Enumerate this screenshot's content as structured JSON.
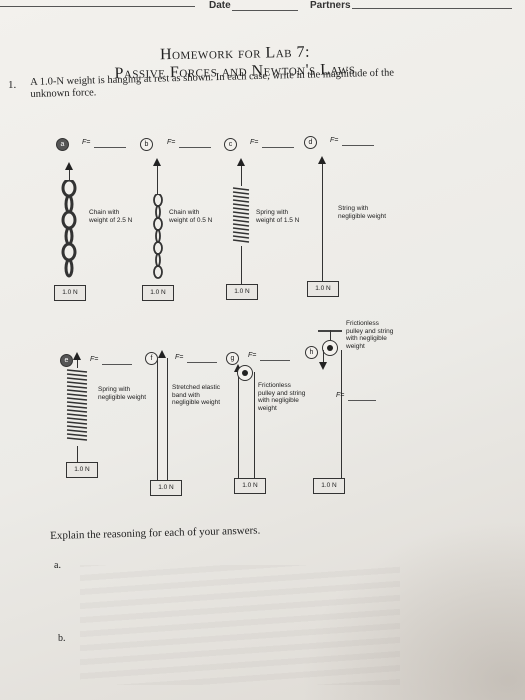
{
  "header": {
    "date_label": "Date",
    "partners_label": "Partners"
  },
  "title": {
    "line1": "Homework for Lab 7:",
    "line2": "Passive Forces and Newton's Laws"
  },
  "question": {
    "number": "1.",
    "text": "A 1.0-N weight is hanging at rest as shown. In each case, write in the magnitude of the unknown force."
  },
  "force_label": "F=",
  "cases": [
    {
      "id": "a",
      "description": "Chain with weight of 2.5 N",
      "mass_label": "1.0 N"
    },
    {
      "id": "b",
      "description": "Chain with weight of 0.5 N",
      "mass_label": "1.0 N"
    },
    {
      "id": "c",
      "description": "Spring with weight of 1.5 N",
      "mass_label": "1.0 N"
    },
    {
      "id": "d",
      "description": "String with negligible weight",
      "mass_label": "1.0 N"
    },
    {
      "id": "e",
      "description": "Spring with negligible weight",
      "mass_label": "1.0 N"
    },
    {
      "id": "f",
      "description": "Stretched elastic band with negligible weight",
      "mass_label": "1.0 N"
    },
    {
      "id": "g",
      "description": "Frictionless pulley and string with negligible weight",
      "mass_label": "1.0 N"
    },
    {
      "id": "h",
      "description": "Frictionless pulley and string with negligible weight",
      "mass_label": "1.0 N"
    }
  ],
  "explain": {
    "prompt": "Explain the reasoning for each of your answers.",
    "part_a": "a.",
    "part_b": "b."
  }
}
